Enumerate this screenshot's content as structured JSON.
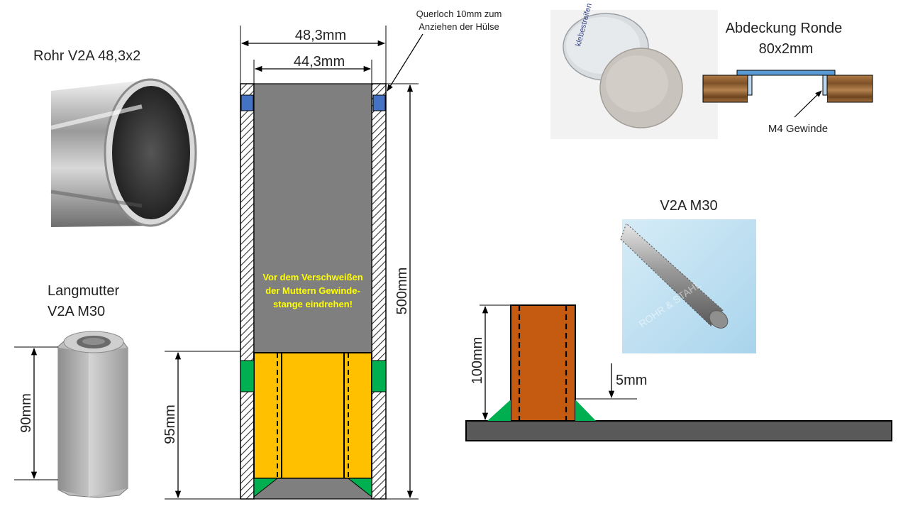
{
  "labels": {
    "rohr": "Rohr  V2A  48,3x2",
    "langmutter_line1": "Langmutter",
    "langmutter_line2": "V2A   M30",
    "dim_90": "90mm",
    "dim_95": "95mm",
    "dim_outer": "48,3mm",
    "dim_inner": "44,3mm",
    "dim_500": "500mm",
    "querloch_line1": "Querloch 10mm zum",
    "querloch_line2": "Anziehen der Hülse",
    "weld_note_line1": "Vor dem Verschweißen",
    "weld_note_line2": "der Muttern Gewinde-",
    "weld_note_line3": "stange eindrehen!",
    "abdeckung_line1": "Abdeckung  Ronde",
    "abdeckung_line2": "80x2mm",
    "m4": "M4 Gewinde",
    "rod_title": "V2A  M30",
    "dim_100": "100mm",
    "dim_5": "5mm"
  },
  "photo_text": {
    "rod_watermark": "ROHR & STAHL",
    "disc_sticker": "klebestreifen"
  },
  "colors": {
    "tube_gray": "#7f7f7f",
    "nut_yellow": "#ffc000",
    "weld_green": "#00b050",
    "hole_blue": "#4472c4",
    "post_orange": "#c55a11",
    "cover_blue": "#5b9bd5",
    "wood": "#9c6b3c",
    "base_gray": "#595959",
    "note_yellow": "#ffff00"
  }
}
